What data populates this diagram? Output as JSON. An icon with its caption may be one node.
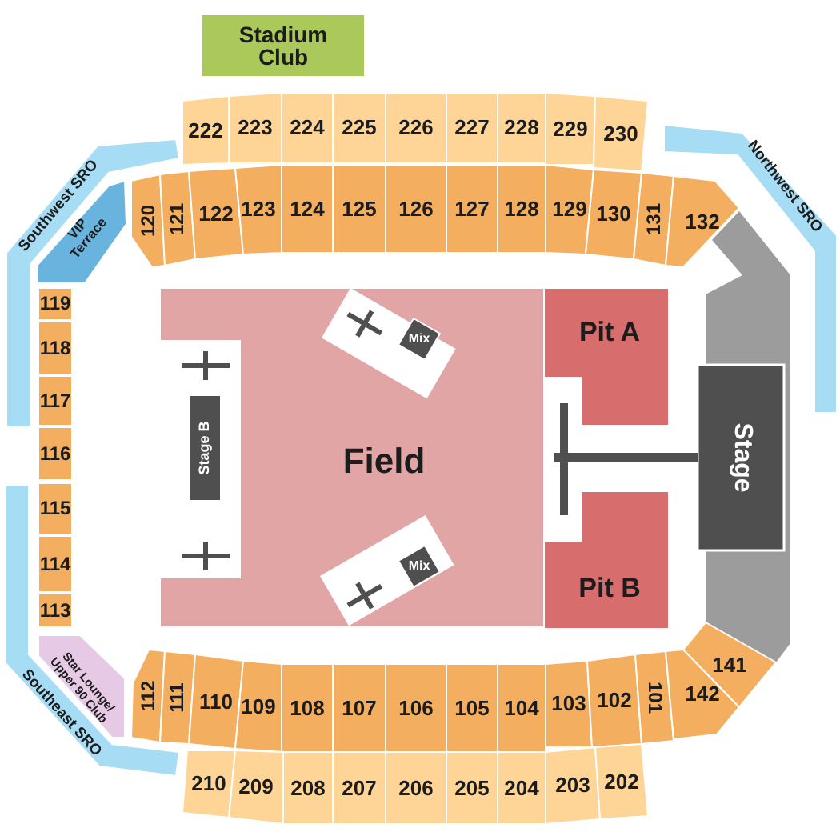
{
  "diagram": {
    "nodes": [
      {
        "text": [
          "Stadium Club"
        ]
      },
      {
        "text": [
          "222"
        ]
      },
      {
        "text": [
          "223"
        ]
      },
      {
        "text": [
          "224"
        ]
      },
      {
        "text": [
          "225"
        ]
      },
      {
        "text": [
          "226"
        ]
      },
      {
        "text": [
          "227"
        ]
      },
      {
        "text": [
          "228"
        ]
      },
      {
        "text": [
          "229"
        ]
      },
      {
        "text": [
          "230"
        ]
      },
      {
        "text": [
          "Southwest SRO"
        ]
      },
      {
        "text": [
          "Northwest SRO"
        ]
      },
      {
        "text": [
          "VIP Terrace"
        ]
      },
      {
        "text": [
          "120"
        ]
      },
      {
        "text": [
          "121"
        ]
      },
      {
        "text": [
          "122"
        ]
      },
      {
        "text": [
          "123"
        ]
      },
      {
        "text": [
          "124"
        ]
      },
      {
        "text": [
          "125"
        ]
      },
      {
        "text": [
          "126"
        ]
      },
      {
        "text": [
          "127"
        ]
      },
      {
        "text": [
          "128"
        ]
      },
      {
        "text": [
          "129"
        ]
      },
      {
        "text": [
          "130"
        ]
      },
      {
        "text": [
          "131"
        ]
      },
      {
        "text": [
          "132"
        ]
      },
      {
        "text": [
          "119"
        ]
      },
      {
        "text": [
          "Field"
        ]
      },
      {
        "text": [
          "Mix"
        ],
        "in": 27
      },
      {
        "text": [
          "Pit A"
        ]
      },
      {
        "text": [
          "Stage"
        ]
      },
      {
        "text": [
          "118"
        ]
      },
      {
        "text": [
          "117"
        ]
      },
      {
        "text": [
          "116"
        ]
      },
      {
        "text": [
          "Stage B"
        ]
      },
      {
        "text": [
          "115"
        ]
      },
      {
        "text": [
          "114"
        ]
      },
      {
        "text": [
          "113"
        ]
      },
      {
        "text": [
          "Mix"
        ],
        "in": 27
      },
      {
        "text": [
          "Pit B"
        ]
      },
      {
        "text": [
          "Star Lounge/ Upper 90 Club"
        ]
      },
      {
        "text": [
          "Southeast SRO"
        ]
      },
      {
        "text": [
          "141"
        ]
      },
      {
        "text": [
          "112"
        ]
      },
      {
        "text": [
          "111"
        ]
      },
      {
        "text": [
          "110"
        ]
      },
      {
        "text": [
          "109"
        ]
      },
      {
        "text": [
          "108"
        ]
      },
      {
        "text": [
          "107"
        ]
      },
      {
        "text": [
          "106"
        ]
      },
      {
        "text": [
          "105"
        ]
      },
      {
        "text": [
          "104"
        ]
      },
      {
        "text": [
          "103"
        ]
      },
      {
        "text": [
          "102"
        ]
      },
      {
        "text": [
          "101"
        ]
      },
      {
        "text": [
          "142"
        ]
      },
      {
        "text": [
          "210"
        ]
      },
      {
        "text": [
          "209"
        ]
      },
      {
        "text": [
          "208"
        ]
      },
      {
        "text": [
          "207"
        ]
      },
      {
        "text": [
          "206"
        ]
      },
      {
        "text": [
          "205"
        ]
      },
      {
        "text": [
          "204"
        ]
      },
      {
        "text": [
          "203"
        ]
      },
      {
        "text": [
          "202"
        ]
      },
      {
        "text": [],
        "shape": "bar"
      }
    ]
  }
}
